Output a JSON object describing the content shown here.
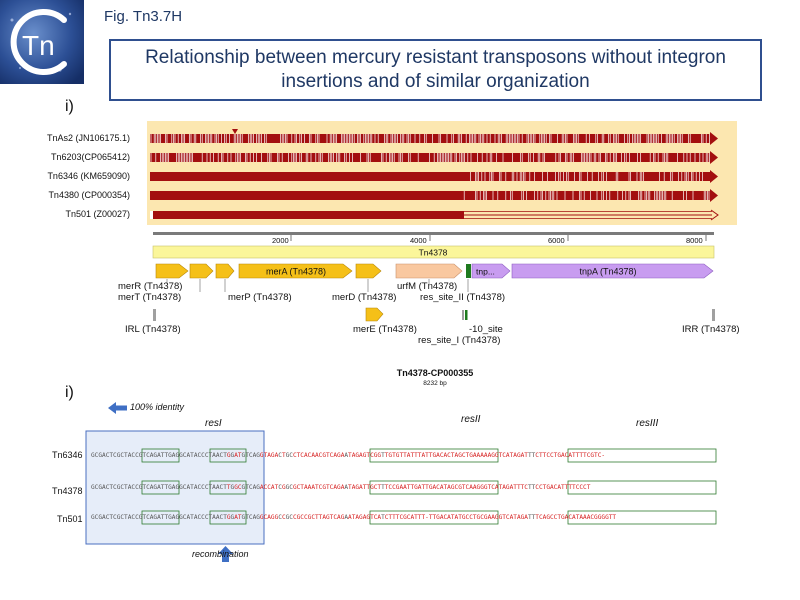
{
  "figure": {
    "label": "Fig. Tn3.7H",
    "logo_text": "Tn",
    "title": "Relationship between mercury resistant transposons without integron insertions and of similar organization"
  },
  "sections": {
    "top": "i)",
    "bottom": "i)"
  },
  "comparison": {
    "tracks": [
      {
        "label": "TnAs2 (JN106175.1)"
      },
      {
        "label": "Tn6203(CP065412)"
      },
      {
        "label": "Tn6346 (KM659090)"
      },
      {
        "label": "Tn4380 (CP000354)"
      },
      {
        "label": "Tn501 (Z00027)"
      }
    ]
  },
  "map": {
    "ruler": [
      "2000",
      "4000",
      "6000",
      "8000"
    ],
    "reference": "Tn4378",
    "features": {
      "merA": "merA (Tn4378)",
      "tnp": "tnp...",
      "tnpA": "tnpA (Tn4378)",
      "merR": "merR (Tn4378)",
      "merT": "merT (Tn4378)",
      "merP": "merP (Tn4378)",
      "merD": "merD (Tn4378)",
      "urfM": "urfM (Tn4378)",
      "res_site_II": "res_site_II (Tn4378)",
      "IRL": "IRL (Tn4378)",
      "merE": "merE (Tn4378)",
      "minus10": "-10_site",
      "res_site_I": "res_site_I (Tn4378)",
      "IRR": "IRR (Tn4378)"
    }
  },
  "alignment": {
    "title": "Tn4378-CP000355",
    "length": "8232 bp",
    "identity_note": "100% identity",
    "recombination_note": "recombination",
    "regions": [
      "resI",
      "resII",
      "resIII"
    ],
    "rows": [
      {
        "name": "Tn6346",
        "seq": "GCGACTCGCTACCGTCAGATTGAGGCATACCCTAACTGGATGTCAGGTAGACTGCCTCACAACGTCAGAATAGAGTCGGTTGTGTTATTTATTGACACTAGCTGAAAAAGGTCATAGATTTCTTCCTGACATTTTCGTC-"
      },
      {
        "name": "Tn4378",
        "seq": "GCGACTCGCTACCGTCAGATTGAGGCATACCCTAACTTGGCGTCAGACCATCGGCGCTAAATCGTCAGAATAGATTGCTTTCCGAATTGATTGACATAGCGTCAAGGGTCATAGATTTCTTCCTGACATTTTCCCT"
      },
      {
        "name": "Tn501",
        "seq": "GCGACTCGCTACCGTCAGATTGAGGCATACCCTAACTGGATGTCAGGCAGGCCGCCGCCGCTTAGTCAGAATAGAGTCATCTTTCGCATTT-TTGACATATGCCTGCGAAGGTCATAGATTTCAGCCTGACATAAACGGGGTT"
      }
    ]
  },
  "colors": {
    "track": "#a30f0f",
    "panel": "#fce7b0",
    "mer_gene": "#f5c018",
    "urfM": "#f9c8a0",
    "tnpA": "#c89cf0",
    "res_site": "#1e7a1e",
    "repeat": "#a0a0a0",
    "highlight_box": "#4a6fc0",
    "arrow": "#3f6fc4"
  }
}
